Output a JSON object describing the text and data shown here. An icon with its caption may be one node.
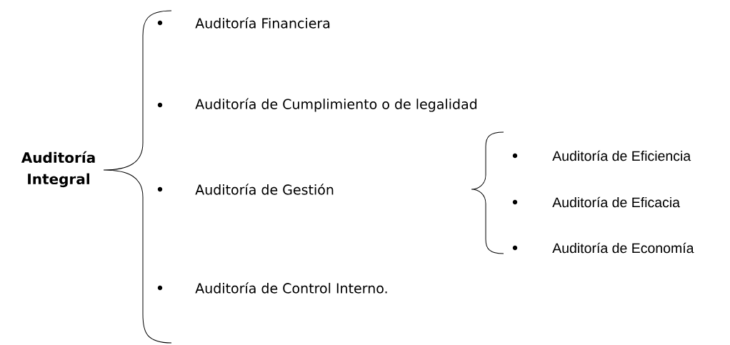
{
  "diagram": {
    "labels": [
      "Auditoría Integral",
      "Auditoría Financiera",
      "Auditoría de Cumplimiento o de legalidad",
      "Auditoría de Gestión",
      "Auditoría de Eficiencia",
      "Auditoría de Eficacia",
      "Auditoría de Economía",
      "Auditoría de Control Interno."
    ]
  }
}
